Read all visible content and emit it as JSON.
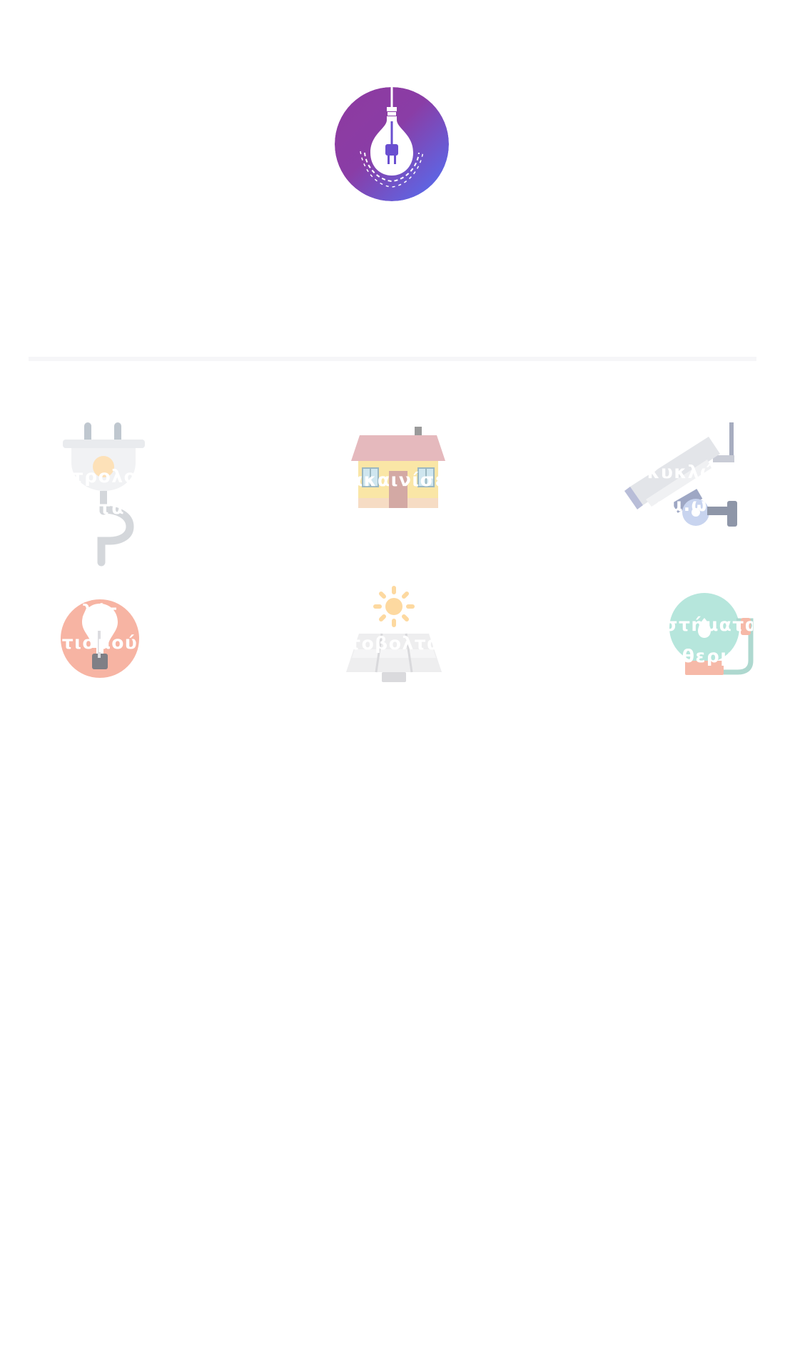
{
  "brand": {
    "logo_icon": "lightbulb-plug-icon",
    "colors": {
      "gradient_start": "#8e3a9f",
      "gradient_end": "#5b6df2",
      "accent": "#6a4fd0"
    }
  },
  "services": [
    {
      "id": "electrical",
      "label_line1": "τρολο",
      "label_line2": "στα",
      "icon": "plug-icon",
      "color": "#cfd3d8"
    },
    {
      "id": "renovation",
      "label_line1": "ακαινίσε",
      "label_line2": "",
      "icon": "house-icon",
      "color": "#e9c86a"
    },
    {
      "id": "cctv",
      "label_line1": "κυκλώ",
      "label_line2": "αμ.ω",
      "icon": "security-camera-icon",
      "color": "#9aa7c7"
    },
    {
      "id": "lighting",
      "label_line1": "λέτ",
      "label_line2": "τισμού",
      "icon": "lightbulb-icon",
      "color": "#f1806a"
    },
    {
      "id": "solar",
      "label_line1": "τοβολτα",
      "label_line2": "",
      "icon": "solar-panel-icon",
      "color": "#f7c96b"
    },
    {
      "id": "heating",
      "label_line1": "στήματα",
      "label_line2": "θερμ",
      "icon": "water-heater-icon",
      "color": "#8fd8c6"
    }
  ]
}
